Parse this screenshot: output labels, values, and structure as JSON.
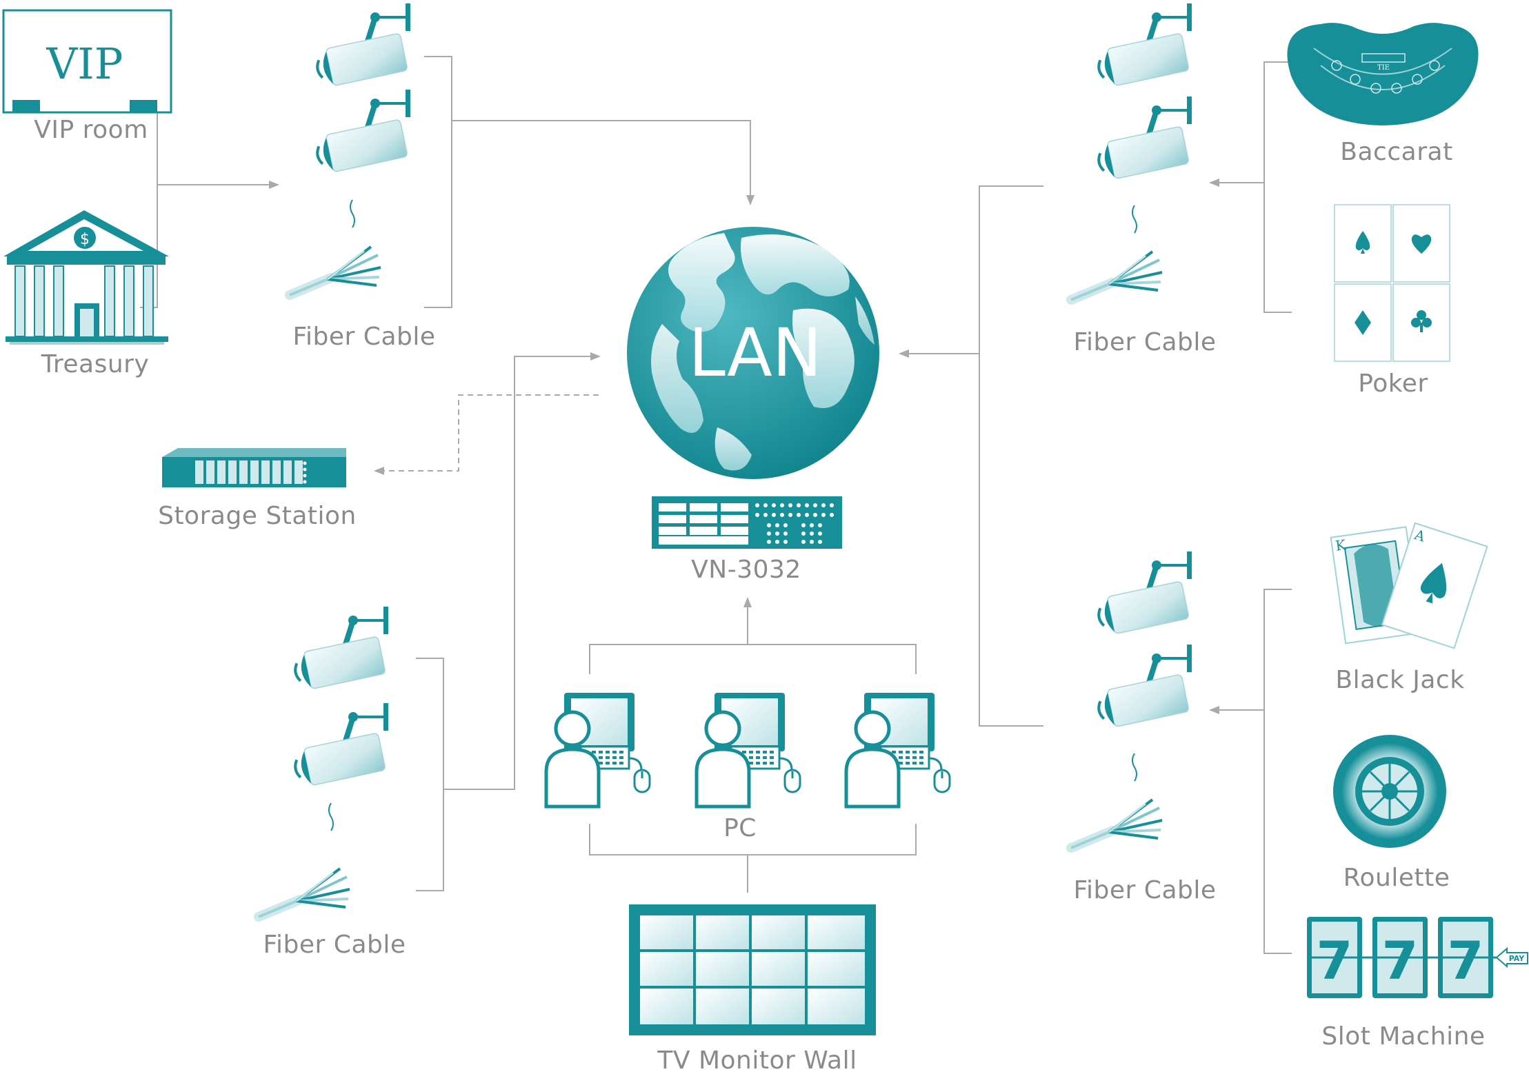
{
  "labels": {
    "vip_room": "VIP room",
    "vip_sign": "VIP",
    "treasury": "Treasury",
    "fiber_cable": "Fiber Cable",
    "storage_station": "Storage Station",
    "lan": "LAN",
    "vn_3032": "VN-3032",
    "pc": "PC",
    "tv_monitor_wall": "TV Monitor Wall",
    "baccarat": "Baccarat",
    "baccarat_tie": "TIE",
    "poker": "Poker",
    "black_jack": "Black Jack",
    "roulette": "Roulette",
    "slot_machine": "Slot Machine",
    "slot_pay": "PAY",
    "slot_symbol": "7",
    "card_king": "K",
    "card_ace": "A",
    "bank_symbol": "$"
  },
  "colors": {
    "teal": "#178f98",
    "teal_light": "#cfe9ec",
    "line": "#a9a9a9",
    "label": "#8a8a8a"
  },
  "icons": [
    "vip-room-icon",
    "bank-icon",
    "cctv-camera-icon",
    "fiber-cable-icon",
    "storage-server-icon",
    "globe-icon",
    "network-switch-icon",
    "pc-operator-icon",
    "video-wall-icon",
    "baccarat-table-icon",
    "poker-cards-icon",
    "blackjack-cards-icon",
    "roulette-wheel-icon",
    "slot-machine-icon"
  ]
}
